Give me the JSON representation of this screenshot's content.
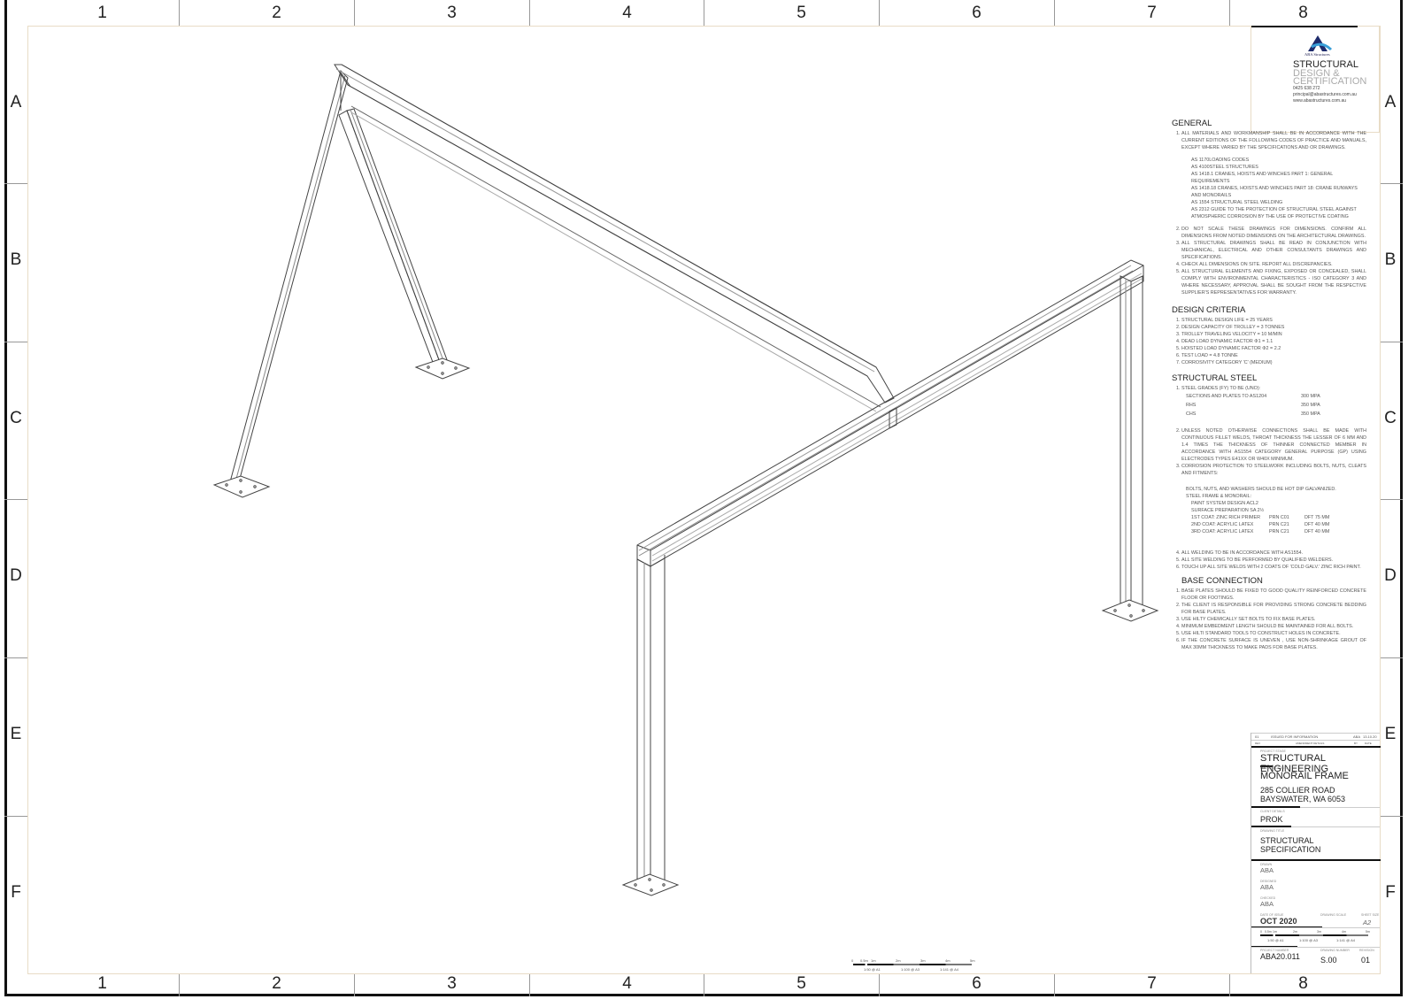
{
  "sheet": {
    "grid_columns": [
      "1",
      "2",
      "3",
      "4",
      "5",
      "6",
      "7",
      "8"
    ],
    "grid_rows": [
      "A",
      "B",
      "C",
      "D",
      "E",
      "F"
    ]
  },
  "logo": {
    "brand_small": "ABA Structures",
    "line1": "STRUCTURAL",
    "line2": "DESIGN &",
    "line3": "CERTIFICATION",
    "phone": "0425 638 272",
    "email": "principal@abastructures.com.au",
    "website": "www.abastructures.com.au"
  },
  "notes": {
    "general": {
      "heading": "GENERAL",
      "item1": "ALL MATERIALS AND WORKMANSHIP SHALL BE IN ACCORDANCE WITH THE CURRENT EDITIONS OF THE FOLLOWING CODES OF PRACTICE AND MANUALS, EXCEPT WHERE VARIED BY THE SPECIFICATIONS AND OR DRAWINGS.",
      "codes": [
        "AS 1170LOADING CODES",
        "AS 4100STEEL STRUCTURES",
        "AS 1418.1 CRANES, HOISTS AND WINCHES PART 1: GENERAL REQUIREMENTS",
        "AS 1418.18 CRANES, HOISTS AND WINCHES PART 18: CRANE RUNWAYS AND MONORAILS",
        "AS 1554 STRUCTURAL STEEL WELDING",
        "AS 2312 GUIDE TO THE PROTECTION OF STRUCTURAL STEEL AGAINST ATMOSPHERIC CORROSION BY THE USE OF PROTECTIVE COATING"
      ],
      "items": [
        "DO NOT SCALE THESE DRAWINGS FOR DIMENSIONS. CONFIRM ALL DIMENSIONS FROM NOTED DIMENSIONS ON THE ARCHITECTURAL DRAWINGS.",
        "ALL STRUCTURAL DRAWINGS SHALL BE READ IN CONJUNCTION WITH MECHANICAL, ELECTRICAL AND OTHER CONSULTANTS DRAWINGS AND SPECIFICATIONS.",
        "CHECK ALL DIMENSIONS ON SITE. REPORT ALL DISCREPANCIES.",
        "ALL STRUCTURAL ELEMENTS AND FIXING, EXPOSED OR CONCEALED, SHALL COMPLY WITH ENVIRONMENTAL CHARACTERISTICS - ISO CATEGORY 3 AND WHERE NECESSARY, APPROVAL SHALL BE SOUGHT FROM THE RESPECTIVE SUPPLIER'S REPRESENTATIVES FOR WARRANTY."
      ]
    },
    "design_criteria": {
      "heading": "DESIGN CRITERIA",
      "items": [
        "STRUCTURAL DESIGN LIFE = 25 YEARS",
        "DESIGN CAPACITY OF TROLLEY = 3 TONNES",
        "TROLLEY TRAVELING VELOCITY = 10 M/MIN",
        "DEAD LOAD DYNAMIC FACTOR φ1 = 1.1",
        "HOISTED LOAD DYNAMIC FACTOR φ2 = 2.2",
        "TEST LOAD = 4.8 TONNE",
        "CORROSIVITY CATEGORY 'C' (MEDIUM)"
      ]
    },
    "structural_steel": {
      "heading": "STRUCTURAL STEEL",
      "item1": "STEEL GRADES (FY) TO BE (UNO):",
      "grades": [
        {
          "name": "SECTIONS AND PLATES TO AS1204",
          "value": "300 MPa"
        },
        {
          "name": "RHS",
          "value": "350 MPa"
        },
        {
          "name": "CHS",
          "value": "350 MPa"
        }
      ],
      "item2": "UNLESS NOTED OTHERWISE CONNECTIONS SHALL BE MADE WITH CONTINUOUS FILLET WELDS, THROAT THICKNESS THE LESSER OF 6 mm AND 1.4 TIMES THE THICKNESS OF THINNER CONNECTED MEMBER IN ACCORDANCE WITH AS1554 CATEGORY GENERAL PURPOSE (GP) USING ELECTRODES TYPES E41XX OR W40X MINIMUM.",
      "item3": "CORROSION PROTECTION TO STEELWORK INCLUDING BOLTS, NUTS, CLEATS AND FITMENTS:",
      "galv": "BOLTS, NUTS, AND WASHERS SHOULD BE HOT DIP GALVANIZED.",
      "frame": "STEEL FRAME & MONORAIL:",
      "paint_system": "PAINT SYSTEM DESIGN ACL2",
      "surface_prep": "SURFACE PREPARATION SA 2½",
      "coats": [
        {
          "coat": "1ST COAT: ZINC RICH PRIMER",
          "code": "PRN C01",
          "dft": "DFT 75 µm"
        },
        {
          "coat": "2ND COAT: ACRYLIC LATEX",
          "code": "PRN C21",
          "dft": "DFT 40 µm"
        },
        {
          "coat": "3RD COAT: ACRYLIC LATEX",
          "code": "PRN C21",
          "dft": "DFT 40 µm"
        }
      ],
      "items_after": [
        "ALL WELDING TO BE IN ACCORDANCE WITH AS1554.",
        "ALL SITE WELDING TO BE PERFORMED BY QUALIFIED WELDERS.",
        "TOUCH UP ALL SITE WELDS WITH 2 COATS OF 'COLD GALV.' ZINC RICH PAINT."
      ]
    },
    "base_connection": {
      "heading": "BASE CONNECTION",
      "items": [
        "BASE PLATES SHOULD BE FIXED TO GOOD QUALITY REINFORCED CONCRETE FLOOR OR FOOTINGS.",
        "THE CLIENT IS RESPONSIBLE FOR PROVIDING STRONG CONCRETE BEDDING FOR BASE PLATES.",
        "USE HILTY CHEMICALLY SET BOLTS TO FIX BASE PLATES.",
        "MINIMUM EMBEDMENT LENGTH SHOULD BE MAINTAINED FOR ALL BOLTS.",
        "USE HILTI STANDARD TOOLS TO CONSTRUCT HOLES IN CONCRETE.",
        "IF THE CONCRETE SURFACE IS UNEVEN , USE NON-SHRINKAGE GROUT OF MAX 30MM THICKNESS TO MAKE PADS FOR BASE PLATES."
      ]
    }
  },
  "title_block": {
    "revision_row": {
      "rev": "01",
      "details": "ISSUED FOR INFORMATION",
      "by": "ABA",
      "date": "13.10.20"
    },
    "revision_header": {
      "rev": "REV",
      "details": "AMENDMENT DETAILS",
      "by": "BY",
      "date": "DATE"
    },
    "project_stage_label": "PROJECT STAGE",
    "project_stage": "STRUCTURAL ENGINEERING",
    "project_details_label": "PROJECT DETAILS",
    "project_name": "MONORAIL FRAME",
    "address1": "285 COLLIER ROAD",
    "address2": "BAYSWATER, WA 6053",
    "client_label": "CLIENT DETAILS",
    "client": "PROK",
    "drawing_title_label": "DRAWING TITLE",
    "drawing_title1": "STRUCTURAL",
    "drawing_title2": "SPECIFICATION",
    "drawn_label": "DRAWN",
    "drawn": "ABA",
    "designed_label": "DESIGNED",
    "designed": "ABA",
    "checked_label": "CHECKED",
    "checked": "ABA",
    "date_label": "DATE OF ISSUE",
    "date": "OCT 2020",
    "scale_label": "DRAWING SCALE",
    "sheet_size_label": "SHEET SIZE",
    "sheet_size": "A2",
    "scale_ticks": [
      "0",
      "0.5m",
      "1m",
      "2m",
      "3m",
      "4m",
      "5m"
    ],
    "scale_notes": [
      "1:50 @ A1",
      "1:100 @ A3",
      "1:141 @ A4"
    ],
    "project_number_label": "PROJECT NUMBER",
    "project_number": "ABA20.011",
    "drawing_number_label": "DRAWING NUMBER",
    "drawing_number": "S.00",
    "revision_label": "REVISION",
    "revision": "01"
  },
  "scale_bar": {
    "ticks": [
      "0",
      "0.5m",
      "1m",
      "2m",
      "3m",
      "4m",
      "5m"
    ],
    "notes": [
      "1:50 @ A1",
      "1:100 @ A3",
      "1:141 @ A4"
    ]
  }
}
